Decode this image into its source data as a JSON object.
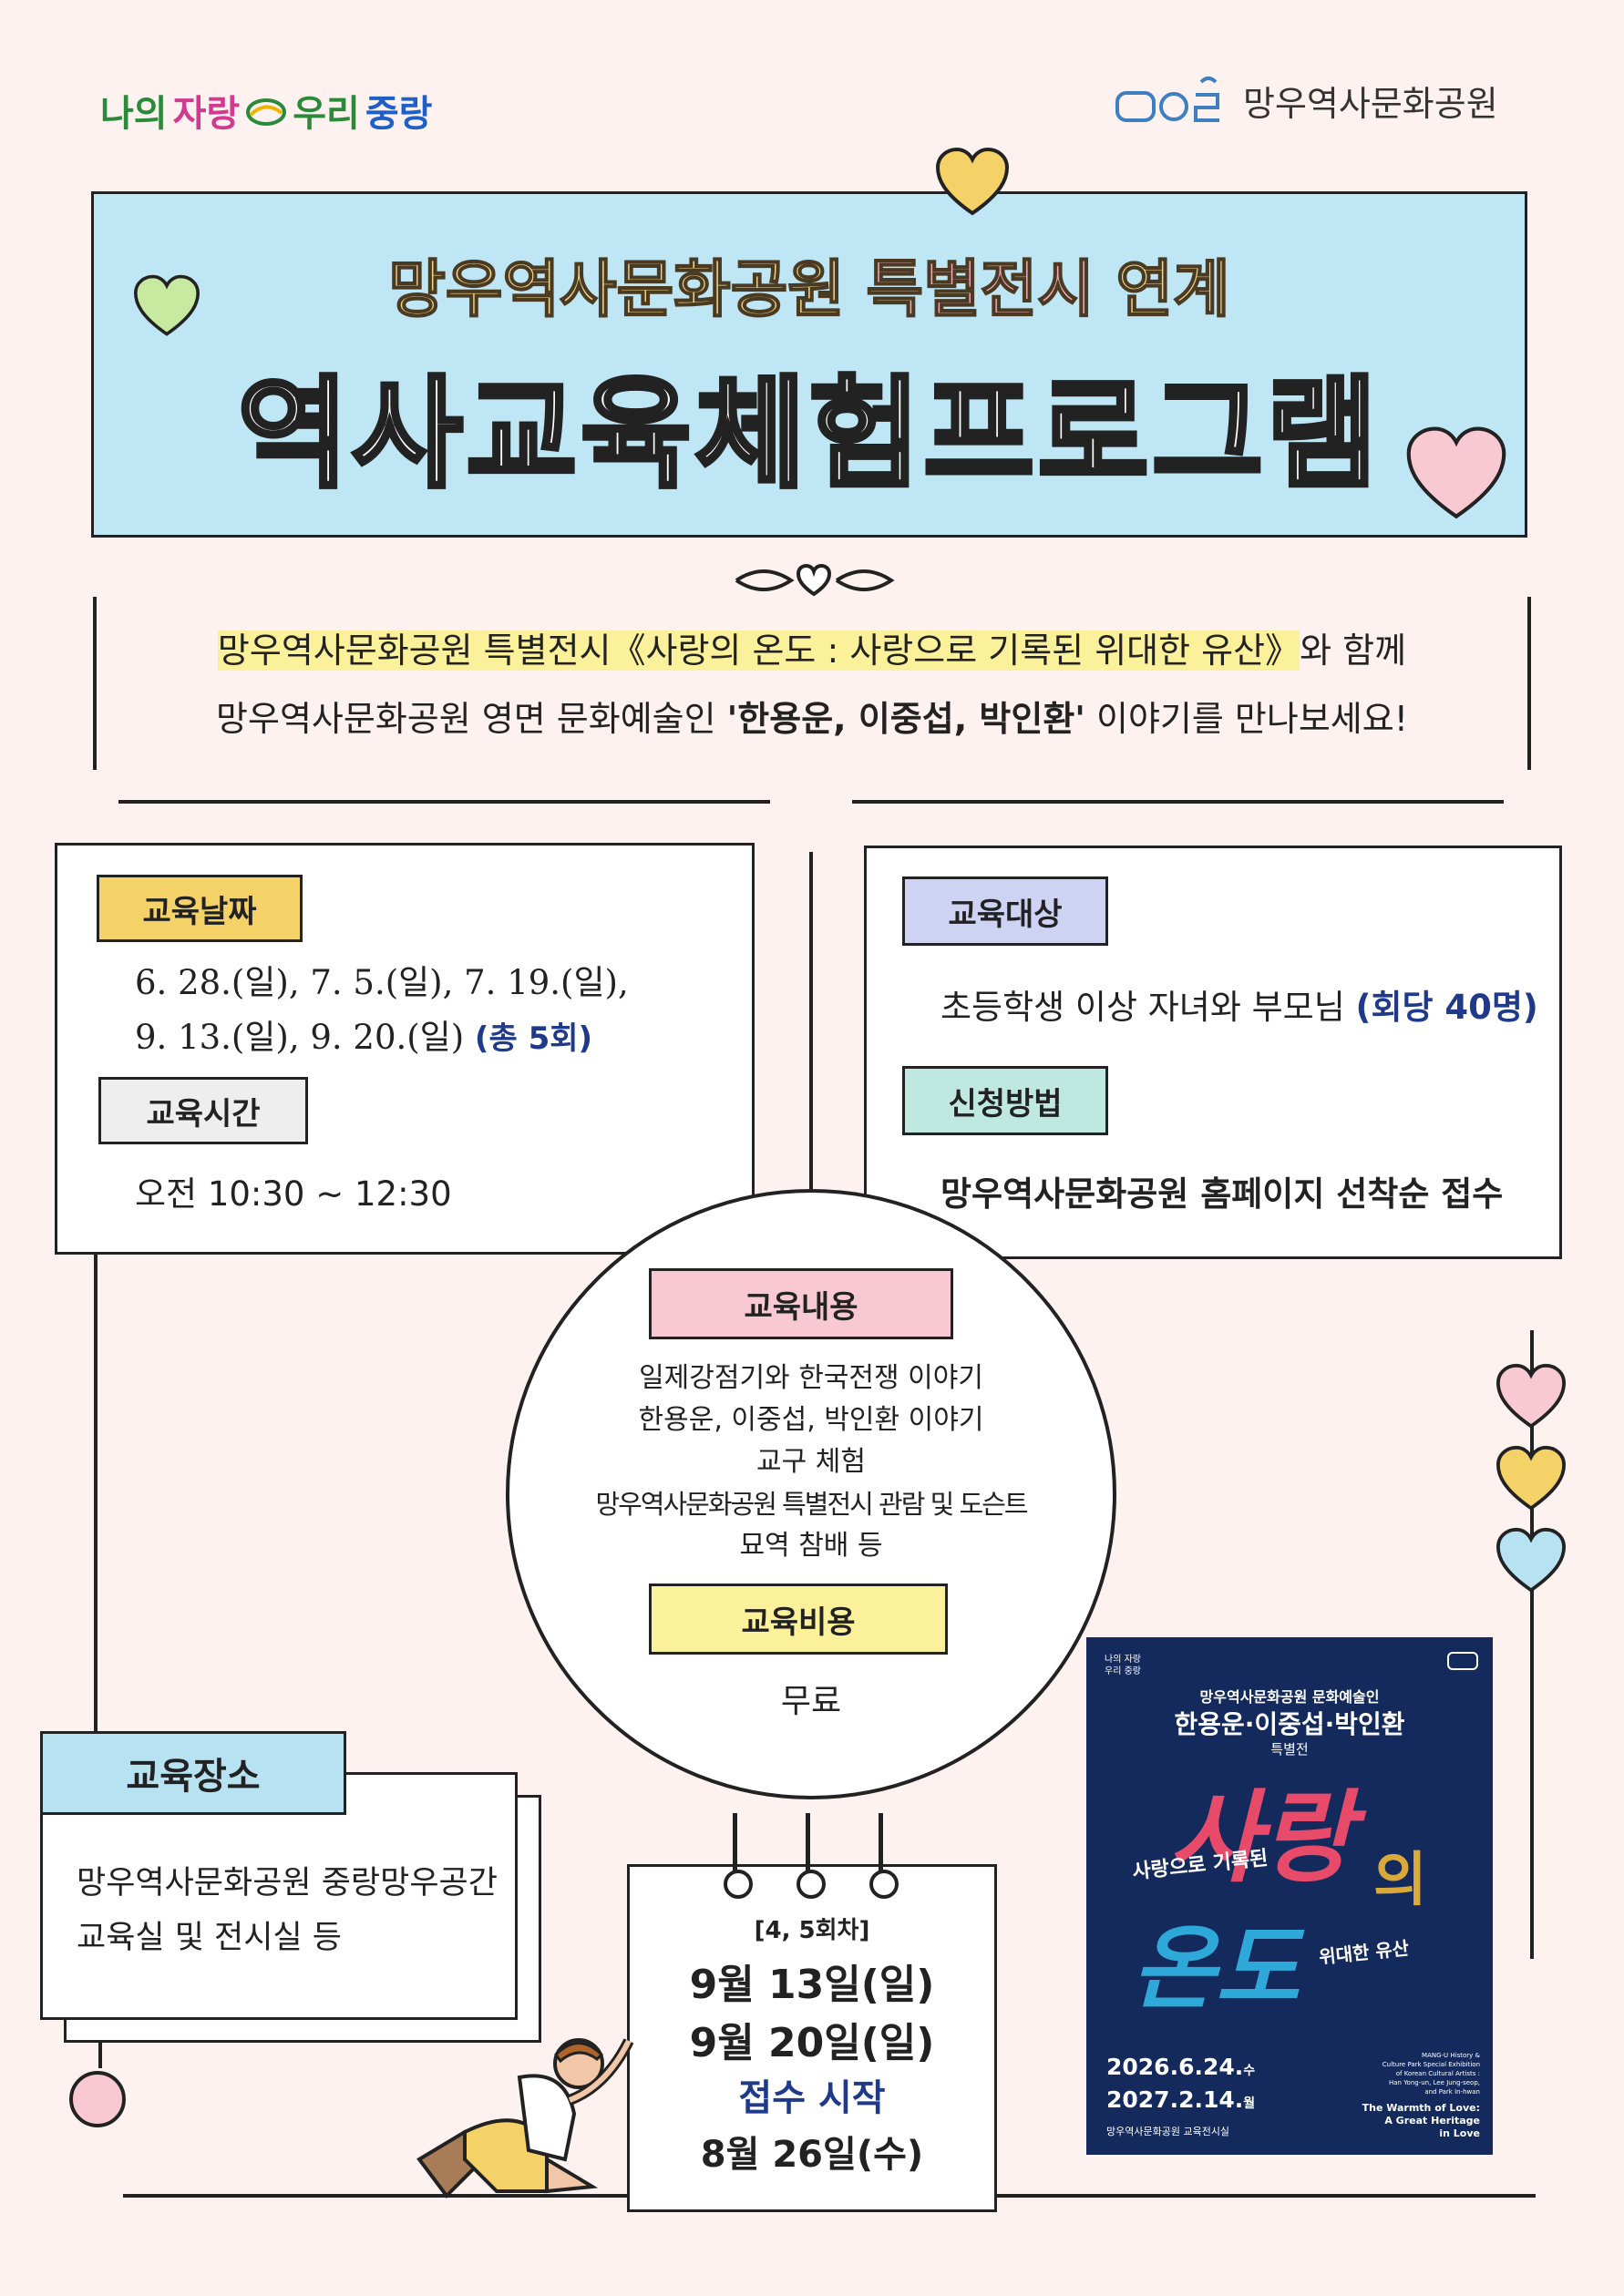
{
  "header": {
    "slogan_1": "나의",
    "slogan_2": "자랑",
    "slogan_3": "우리",
    "slogan_4": "중랑",
    "park_name": "망우역사문화공원"
  },
  "title": {
    "subtitle_pre": "망우역사문화공원",
    "subtitle_highlight": "특별전시",
    "subtitle_post": "연계",
    "main": "역사교육체험프로그램"
  },
  "intro": {
    "line1_highlight": "망우역사문화공원 특별전시《사랑의 온도 : 사랑으로 기록된 위대한 유산》",
    "line1_post": "와 함께",
    "line2_pre": "망우역사문화공원 영면 문화예술인 ",
    "line2_bold": "'한용운, 이중섭, 박인환'",
    "line2_post": " 이야기를 만나보세요!"
  },
  "date": {
    "label": "교육날짜",
    "line1": "6. 28.(일), 7. 5.(일), 7. 19.(일),",
    "line2": "9. 13.(일), 9. 20.(일)",
    "count": "(총 5회)"
  },
  "time": {
    "label": "교육시간",
    "value": "오전 10:30 ~ 12:30"
  },
  "target": {
    "label": "교육대상",
    "value": "초등학생 이상 자녀와 부모님",
    "capacity": "(회당 40명)"
  },
  "apply": {
    "label": "신청방법",
    "value": "망우역사문화공원 홈페이지 선착순 접수"
  },
  "content": {
    "label": "교육내용",
    "items": [
      "일제강점기와 한국전쟁 이야기",
      "한용운, 이중섭, 박인환 이야기",
      "교구 체험",
      "망우역사문화공원 특별전시 관람 및 도슨트",
      "묘역 참배 등"
    ]
  },
  "cost": {
    "label": "교육비용",
    "value": "무료"
  },
  "place": {
    "label": "교육장소",
    "line1": "망우역사문화공원 중랑망우공간",
    "line2": "교육실 및 전시실 등"
  },
  "calendar": {
    "session": "[4, 5회차]",
    "date1": "9월 13일(일)",
    "date2": "9월 20일(일)",
    "open_label": "접수 시작",
    "open_date": "8월 26일(수)"
  },
  "poster": {
    "org_top": "망우역사문화공원 문화예술인",
    "names": "한용운·이중섭·박인환",
    "kind": "특별전",
    "big1": "사랑",
    "big2": "의",
    "big3": "온도",
    "sub1": "사랑으로 기록된",
    "sub2": "위대한 유산",
    "date1": "2026.6.24.",
    "day1": "수",
    "date2": "2027.2.14.",
    "day2": "월",
    "venue": "망우역사문화공원 교육전시실",
    "en_small_1": "MANG-U History &",
    "en_small_2": "Culture Park Special Exhibition",
    "en_small_3": "of Korean Cultural Artists :",
    "en_small_4": "Han Yong-un, Lee Jung-seop,",
    "en_small_5": "and Park In-hwan",
    "en_title_1": "The Warmth of Love:",
    "en_title_2": "A Great Heritage",
    "en_title_3": "in Love",
    "logo_small_1": "나의 자랑",
    "logo_small_2": "우리 중랑"
  },
  "colors": {
    "background": "#fdf2ef",
    "title_banner": "#bfe6f5",
    "tag_yellow": "#f4d267",
    "tag_gray": "#eeeeee",
    "tag_lavender": "#cfd3f3",
    "tag_mint": "#bfe8e0",
    "tag_pink": "#f9c9d3",
    "tag_lightyellow": "#fbf19a",
    "tag_blue": "#b6e2f2",
    "accent_navy": "#1f3a8a",
    "poster_bg": "#152a5c"
  }
}
